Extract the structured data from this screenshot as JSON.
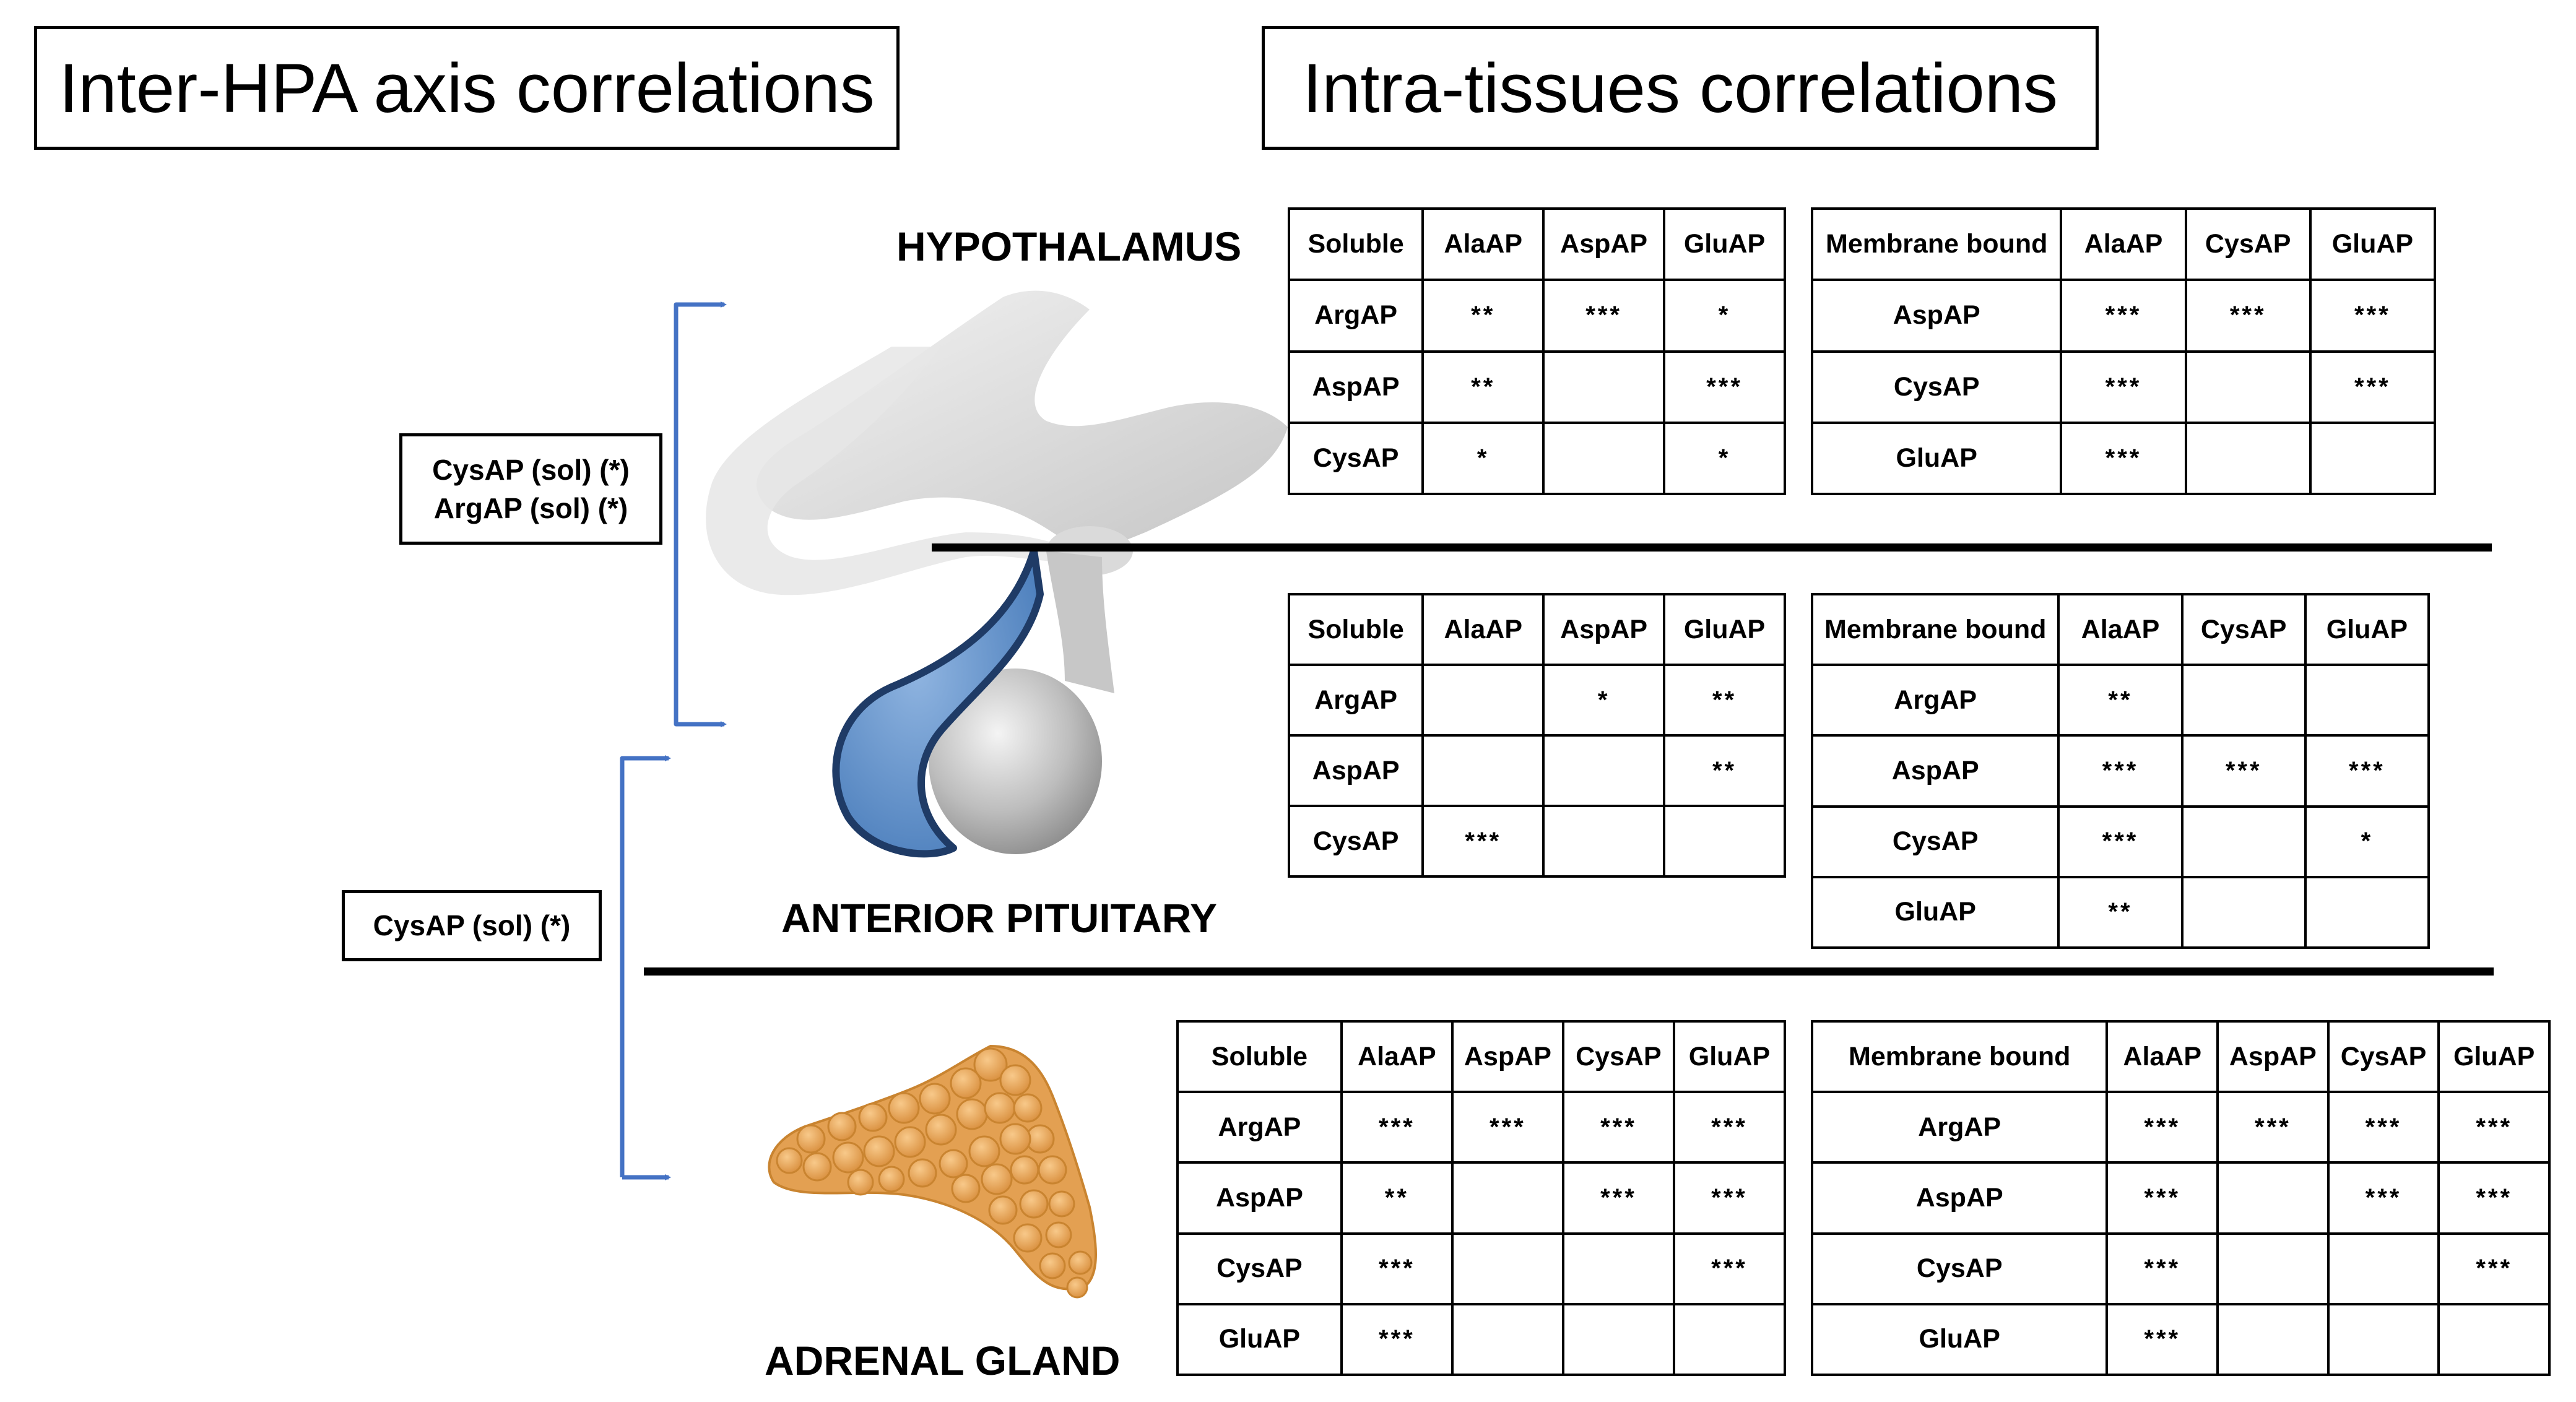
{
  "headers": {
    "inter": "Inter-HPA axis correlations",
    "intra": "Intra-tissues correlations"
  },
  "organs": {
    "hypothalamus": "HYPOTHALAMUS",
    "pituitary": "ANTERIOR PITUITARY",
    "adrenal": "ADRENAL GLAND"
  },
  "inter_boxes": {
    "hyp_pit": [
      "CysAP (sol) (*)",
      "ArgAP (sol) (*)"
    ],
    "pit_adr": [
      "CysAP (sol) (*)"
    ]
  },
  "colors": {
    "arrow": "#4472C4",
    "pituitary_anterior": "#5B8FC9",
    "pituitary_anterior_edge": "#1F3B66",
    "gland_gray": "#C8C8C8",
    "adrenal": "#E8A85A"
  },
  "tables": {
    "hyp_sol": {
      "header": [
        "Soluble",
        "AlaAP",
        "AspAP",
        "GluAP"
      ],
      "rows": [
        [
          "ArgAP",
          "**",
          "***",
          "*"
        ],
        [
          "AspAP",
          "**",
          "",
          "***"
        ],
        [
          "CysAP",
          "*",
          "",
          "*"
        ]
      ]
    },
    "hyp_mem": {
      "header": [
        "Membrane bound",
        "AlaAP",
        "CysAP",
        "GluAP"
      ],
      "rows": [
        [
          "AspAP",
          "***",
          "***",
          "***"
        ],
        [
          "CysAP",
          "***",
          "",
          "***"
        ],
        [
          "GluAP",
          "***",
          "",
          ""
        ]
      ]
    },
    "pit_sol": {
      "header": [
        "Soluble",
        "AlaAP",
        "AspAP",
        "GluAP"
      ],
      "rows": [
        [
          "ArgAP",
          "",
          "*",
          "**"
        ],
        [
          "AspAP",
          "",
          "",
          "**"
        ],
        [
          "CysAP",
          "***",
          "",
          ""
        ]
      ]
    },
    "pit_mem": {
      "header": [
        "Membrane bound",
        "AlaAP",
        "CysAP",
        "GluAP"
      ],
      "rows": [
        [
          "ArgAP",
          "**",
          "",
          ""
        ],
        [
          "AspAP",
          "***",
          "***",
          "***"
        ],
        [
          "CysAP",
          "***",
          "",
          "*"
        ],
        [
          "GluAP",
          "**",
          "",
          ""
        ]
      ]
    },
    "adr_sol": {
      "header": [
        "Soluble",
        "AlaAP",
        "AspAP",
        "CysAP",
        "GluAP"
      ],
      "rows": [
        [
          "ArgAP",
          "***",
          "***",
          "***",
          "***"
        ],
        [
          "AspAP",
          "**",
          "",
          "***",
          "***"
        ],
        [
          "CysAP",
          "***",
          "",
          "",
          "***"
        ],
        [
          "GluAP",
          "***",
          "",
          "",
          ""
        ]
      ]
    },
    "adr_mem": {
      "header": [
        "Membrane bound",
        "AlaAP",
        "AspAP",
        "CysAP",
        "GluAP"
      ],
      "rows": [
        [
          "ArgAP",
          "***",
          "***",
          "***",
          "***"
        ],
        [
          "AspAP",
          "***",
          "",
          "***",
          "***"
        ],
        [
          "CysAP",
          "***",
          "",
          "",
          "***"
        ],
        [
          "GluAP",
          "***",
          "",
          "",
          ""
        ]
      ]
    }
  }
}
